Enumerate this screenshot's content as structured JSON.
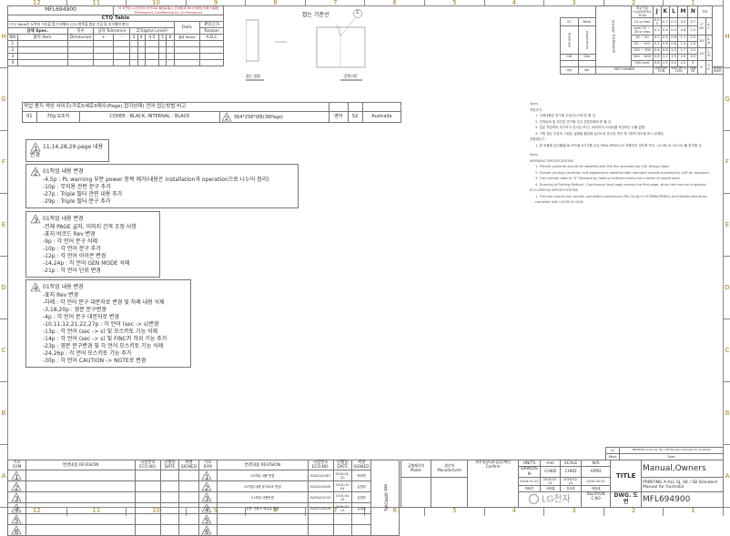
{
  "rulers": {
    "columns": [
      "12",
      "11",
      "10",
      "9",
      "8",
      "7",
      "6",
      "5",
      "4",
      "3",
      "2",
      "1"
    ],
    "rows": [
      "H",
      "G",
      "F",
      "E",
      "D",
      "C",
      "B",
      "A"
    ]
  },
  "ctq": {
    "doc_no": "MFL694900",
    "confidential": "이 도면은 LG전자의 자산으로 불법유출시 관계법과 회사규정에 의해 처벌됨",
    "confidential_en": "Privileged & Confidential by LG Electronics",
    "title": "CTQ Table",
    "note": "CTQ Table은 도면의 수준을 알기 위해서 CTQ 항목을 항상 기입 및 추가해야 한다.",
    "detail_spec": "상세 Spec.",
    "dimension_ko": "치수",
    "dimension": "Dimension",
    "tolerance": "공차 Tolerance",
    "plus": "+",
    "minus": "-",
    "sigma": "Z(Sigma Level)",
    "s34": "3",
    "s4": "4",
    "s45": "4.5",
    "s5": "5",
    "s6": "6",
    "data": "Data",
    "result": "결과 Result",
    "reason_ko": "판단근거",
    "reason": "Reason",
    "abc": "A,B,C",
    "no": "NO",
    "item": "항목 Item",
    "rows": [
      "1",
      "2",
      "3",
      "4"
    ]
  },
  "diagram": {
    "fold_line_label": "접는 기준선",
    "marker": "1",
    "left_caption": "접는 방법",
    "right_caption": "전면기준"
  },
  "spec_table": {
    "header": "작업 용지 색상 사이즈(가로X세로X매수(Page),접지상태) 언어 접는방법 비고",
    "row": {
      "job": "01",
      "paper": "70g 모조지",
      "color": "COVER : BLACK, INTERNAL : BLACK",
      "rev": "2",
      "size": "364*258*9매(36Page)",
      "lang": "영어",
      "fold": "S2",
      "note": "Australia"
    }
  },
  "revision_boxes": [
    {
      "rev": "1",
      "lines": [
        "11,14,28,29 page 내용 변경"
      ]
    },
    {
      "rev": "2",
      "lines": [
        "01작업 내용 변경",
        "-4,5p : PL warning 부분 power 항목 제거(내용은 installation과 operation으로 나누어 정리)",
        "-10p : 무지용 관련 문구 추가",
        "-27p : Triple 필터 관련 내용 추가",
        "-29p : Triple 필터 문구 추가"
      ]
    },
    {
      "rev": "3",
      "lines": [
        "01작업 내용 변경",
        "-전체 PAGE 글자, 이미지 간격 조정 사항",
        "-표지 바코드 Rev 변경",
        "-9p : 각 언어 문구 삭제",
        "-10p : 각 언어 문구 추가",
        "-12p : 각 언어 아이콘 변경",
        "-14,24p : 각 언어 GEN MODE 삭제",
        "-21p : 각 언어 단위 변경"
      ]
    },
    {
      "rev": "4",
      "lines": [
        "01작업 내용 변경",
        "-표지 Rev 변경",
        "-차례 : 각 언어 문구 대문자로 변경 및 차례 내용 삭제",
        "-3,18,20p : 영문 문구변경",
        "-4p : 각 언어 문구 대문자로 변경",
        "-10,11,12,21,22,27p : 각 언어 (sec -> s)변경",
        "-13p : 각 언어 (sec -> s) 및 모스키토 기능 삭제",
        "-14p : 각 언어 (sec -> s) 및 FINC키 하위 기능 추가",
        "-23p : 영문 문구변경 및 각 언어 모스키토 기능 삭제",
        "-24,26p : 각 언어 모스키토 기능 추가",
        "-30p : 각 언어 CAUTION -> NOTE로 변경"
      ]
    }
  ],
  "notes": {
    "spec": "Spec.",
    "ko_title": "작업주기",
    "ko": [
      "1. 인쇄내용은 반구을 주었다/LG에 준 할 것.",
      "2. 전체상태 및 외관은 반구을 주신 견본전례에 준 할 것.",
      "3. 접은 작업하되 되기하고 표시된 보신( )되어따라 스테이플 작업하는 수를 말함.",
      "4. 구획 접는 부분의 그림은 실행을 펼쳤때 실선으로 표시된 면이 제 1면의 되도록 하시 유해임."
    ],
    "eco_ko_title": "친환경주기",
    "eco_ko": "1. 본 부품에 금지물질(Ni,카드뮴,6가크롬,수은,PBBs,PBDEs)이 포함되지 않도록 하고, LG(48)-B-341(4) 를 참조할 것.",
    "en_title": "WORKING SPECIFICATIONS",
    "en": [
      "1. Printed contents should be satisfied with the film provided by LGE Design Dept.",
      "2. Overall printing condition and appearance satisfied with standard sample provided by LGE for approval.",
      "3. The number behind \"S\" followed by folding method means the number of staple work.",
      "4. Drawing of Folding Method : Continuous lined page means the first page, when the manual is opened."
    ],
    "eco_title": "ECO-DESIGN SPECIFICATIONS",
    "eco_en": "1. The part should not contain prohibited substances (Pb,Cd,Hg,Cr+6,PBBs,PBDEs) and details should be complied with LG(56)-B-3414."
  },
  "parts": {
    "work": "Work",
    "job": "01",
    "country": "Australia",
    "application": "Application",
    "cw": "CW",
    "site": "Site",
    "qty": "Qty",
    "no": "No",
    "cols": [
      "PART NUMBER",
      "DESCRIPTION",
      "SPECIFICATION",
      "MAKER",
      "REMARKER"
    ],
    "tol_label": "치수공차 TOLERANCE",
    "cls": "치수구분 CLASSIFICATION",
    "grades": [
      "J",
      "K",
      "L",
      "M",
      "N"
    ],
    "angle": "각도",
    "rows": [
      [
        "10 or less",
        "0.05",
        "0.7",
        "0.3",
        "0.5",
        "0.7"
      ],
      [
        "over 10 ~ 30 or less",
        "0.1",
        "0.3",
        "0.5",
        "0.8",
        "1.2"
      ],
      [
        "30 ~ 50",
        "0.2",
        "0.4",
        "0.6",
        "1.1",
        "2.0"
      ],
      [
        "50 ~ 150",
        "0.2",
        "0.6",
        "0.8",
        "1.4",
        "2.5"
      ],
      [
        "150 ~ 300",
        "0.4",
        "0.8",
        "1.0",
        "1.7",
        "3.5"
      ],
      [
        "300 ~ 600",
        "0.6",
        "1.2",
        "1.5",
        "2.0",
        "4.5"
      ],
      [
        "500 over",
        "0.8",
        "1.5",
        "2.0",
        "2.5",
        "6"
      ]
    ],
    "angles": [
      [
        "1°30'",
        "4.7"
      ],
      [
        "30'",
        "2.6"
      ],
      [
        "15'",
        "1.8"
      ],
      [
        "5'",
        "30'"
      ]
    ]
  },
  "revisions": {
    "sym": "기호 SYM",
    "revision": "변경내용 REVISION",
    "eco": "시방번호 ECO.NO.",
    "date": "년월일 DATE",
    "signed": "서명 SIGNED",
    "approval": "결재 APPROVAL",
    "left_syms": [
      "1",
      "2",
      "3",
      "4",
      "5",
      "6"
    ],
    "right": [
      {
        "sym": "1",
        "text": "01작업 내용 변경",
        "eco": "EAZ0101067",
        "date": "2016.01.20",
        "signed": "박희연"
      },
      {
        "sym": "2",
        "text": "01작업 내용 및 PAGE 변경",
        "eco": "EAZ0200049",
        "date": "2016.03.04",
        "signed": "김영미"
      },
      {
        "sym": "3",
        "text": "01작업 내용변경",
        "eco": "EAZ0400742",
        "date": "2016.04.19",
        "signed": "김영미"
      },
      {
        "sym": "4",
        "text": "표준 사용자 매뉴얼 변경",
        "eco": "EAZ0700476",
        "date": "2016.07.13",
        "signed": "김영미"
      },
      {
        "sym": "5"
      },
      {
        "sym": "6"
      }
    ]
  },
  "title_block": {
    "maker": "금형제작처 Maker",
    "manufacturer": "생산처 Manufacturer",
    "confirm": "외주실장(QC담당)확인 Confirm",
    "units": "UNITS",
    "mm": "mm",
    "scale": "SCALE",
    "ns": "N/S",
    "drw": "DRW/DSN",
    "chkd": "CHKD",
    "chkd2": "CHKD",
    "appd": "APPD",
    "dates": [
      "2016-01-20",
      "2016-02-01",
      "2016-02-01",
      "2016-02-01"
    ],
    "names": [
      "박희연",
      "이현철",
      "전우준",
      "박미래"
    ],
    "relation": "RELATION C.NO",
    "title_label": "TITLE",
    "title1": "Manual,Owners",
    "title2": "PRINTING A-ALL SJ, SK / SB Standard Manual for Australia",
    "dwg_label": "DWG. 도번",
    "dwg": "MFL694900",
    "work_no": "01",
    "work_label": "Work",
    "spec_label": "Spec",
    "spec_text": "PRINTING A-ALL SJ, SK / SB Standard Manual for Australia",
    "logo": "LG전자"
  }
}
